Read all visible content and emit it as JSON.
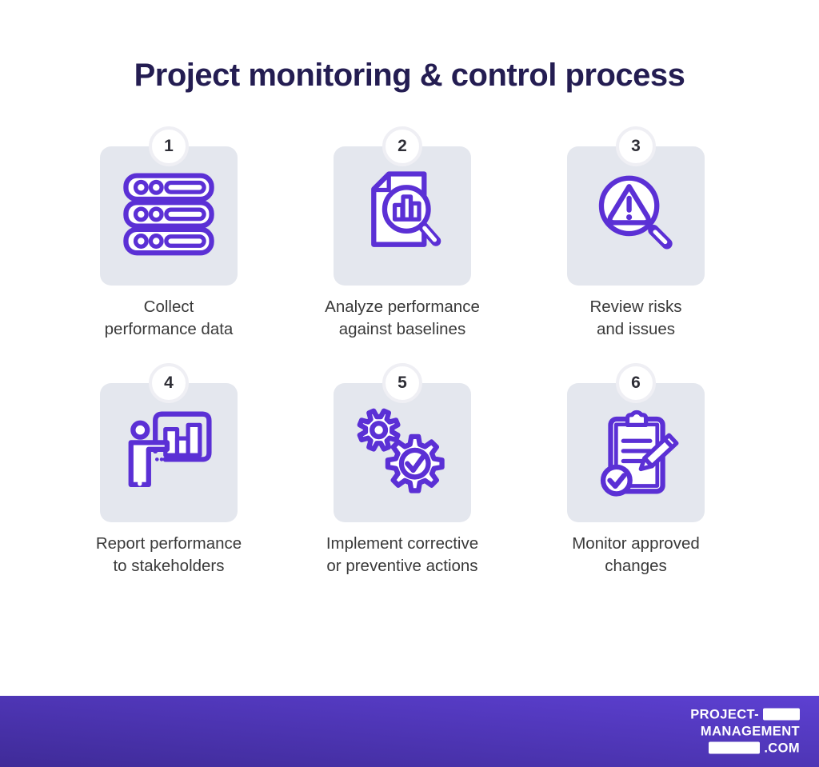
{
  "title": "Project monitoring & control process",
  "steps": [
    {
      "number": "1",
      "icon": "server-stack-icon",
      "label_lines": [
        "Collect",
        "performance data"
      ]
    },
    {
      "number": "2",
      "icon": "document-analysis-icon",
      "label_lines": [
        "Analyze performance",
        "against baselines"
      ]
    },
    {
      "number": "3",
      "icon": "risk-magnifier-icon",
      "label_lines": [
        "Review risks",
        "and issues"
      ]
    },
    {
      "number": "4",
      "icon": "presenter-chart-icon",
      "label_lines": [
        "Report performance",
        "to stakeholders"
      ]
    },
    {
      "number": "5",
      "icon": "gears-check-icon",
      "label_lines": [
        "Implement corrective",
        "or preventive actions"
      ]
    },
    {
      "number": "6",
      "icon": "clipboard-check-icon",
      "label_lines": [
        "Monitor approved",
        "changes"
      ]
    }
  ],
  "footer": {
    "brand_line1": "PROJECT-",
    "brand_line2": "MANAGEMENT",
    "brand_line3": ".COM"
  },
  "colors": {
    "accent": "#5b30d5",
    "card_bg": "#e4e7ee",
    "title_text": "#241d52",
    "caption_text": "#3a3a3a",
    "footer_gradient_dark": "#3f2b98",
    "footer_gradient_light": "#5d40d2"
  }
}
